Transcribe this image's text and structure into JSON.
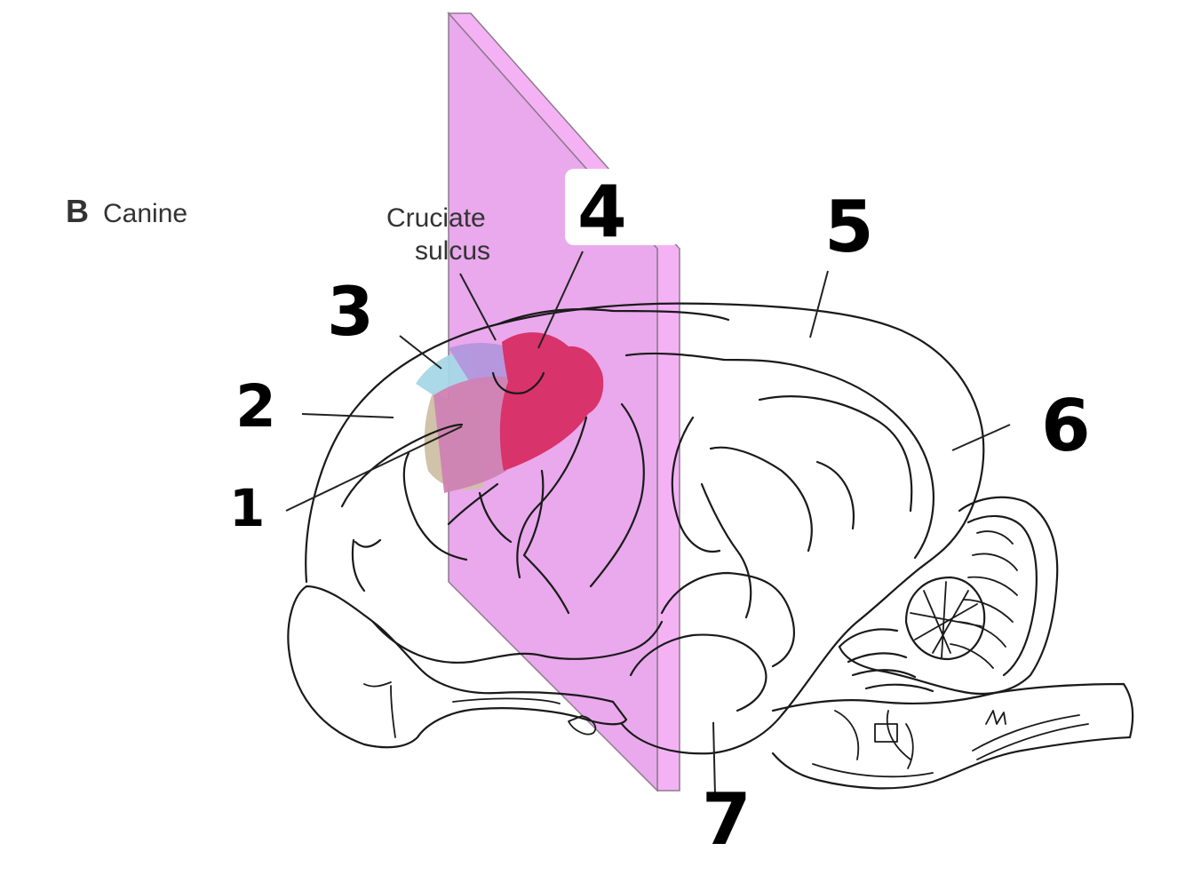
{
  "figure": {
    "panel_letter": "B",
    "panel_title": "Canine",
    "sulcus_label_line1": "Cruciate",
    "sulcus_label_line2": "sulcus"
  },
  "numbers": [
    "1",
    "2",
    "3",
    "4",
    "5",
    "6",
    "7"
  ],
  "colors": {
    "plane_fill": "#e79be9",
    "plane_edge": "#f4b2f5",
    "region_motor": "#d8336a",
    "region_premotor": "#cf82b3",
    "region_blue": "#a6d7e7",
    "region_lavender": "#b396dc",
    "region_tan": "#cfc0a4"
  }
}
